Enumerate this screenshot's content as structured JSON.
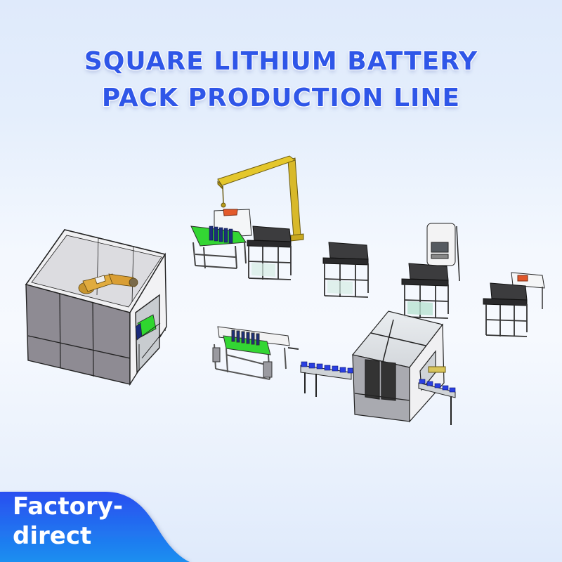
{
  "header": {
    "title_line1": "SQUARE LITHIUM BATTERY",
    "title_line2": "PACK PRODUCTION LINE",
    "title_color": "#2f56e8"
  },
  "badge": {
    "line1": "Factory-",
    "line2": "direct",
    "gradient_top": "#2a4ff0",
    "gradient_bottom": "#1a8ff0"
  },
  "illustration": {
    "stations": [
      {
        "name": "robot-welding-enclosure",
        "description": "Enclosed robot cell with yellow robot arm"
      },
      {
        "name": "gantry-crane-loading-station",
        "description": "Yellow jib crane over green fixture table"
      },
      {
        "name": "workstation-cabinet-1"
      },
      {
        "name": "workstation-cabinet-2"
      },
      {
        "name": "control-tower-with-cabinet"
      },
      {
        "name": "workstation-cabinet-with-orange-part"
      },
      {
        "name": "green-fixture-assembly-bench"
      },
      {
        "name": "enclosed-processing-machine-with-conveyors"
      }
    ],
    "colors": {
      "robot": "#d9a23a",
      "crane": "#e2c52a",
      "fixture_green": "#2fd62f",
      "conveyor_blue": "#2a3fe0",
      "cabinet_dark": "#3c3c3e",
      "frame": "#555a60",
      "orange_part": "#e0572a"
    }
  }
}
